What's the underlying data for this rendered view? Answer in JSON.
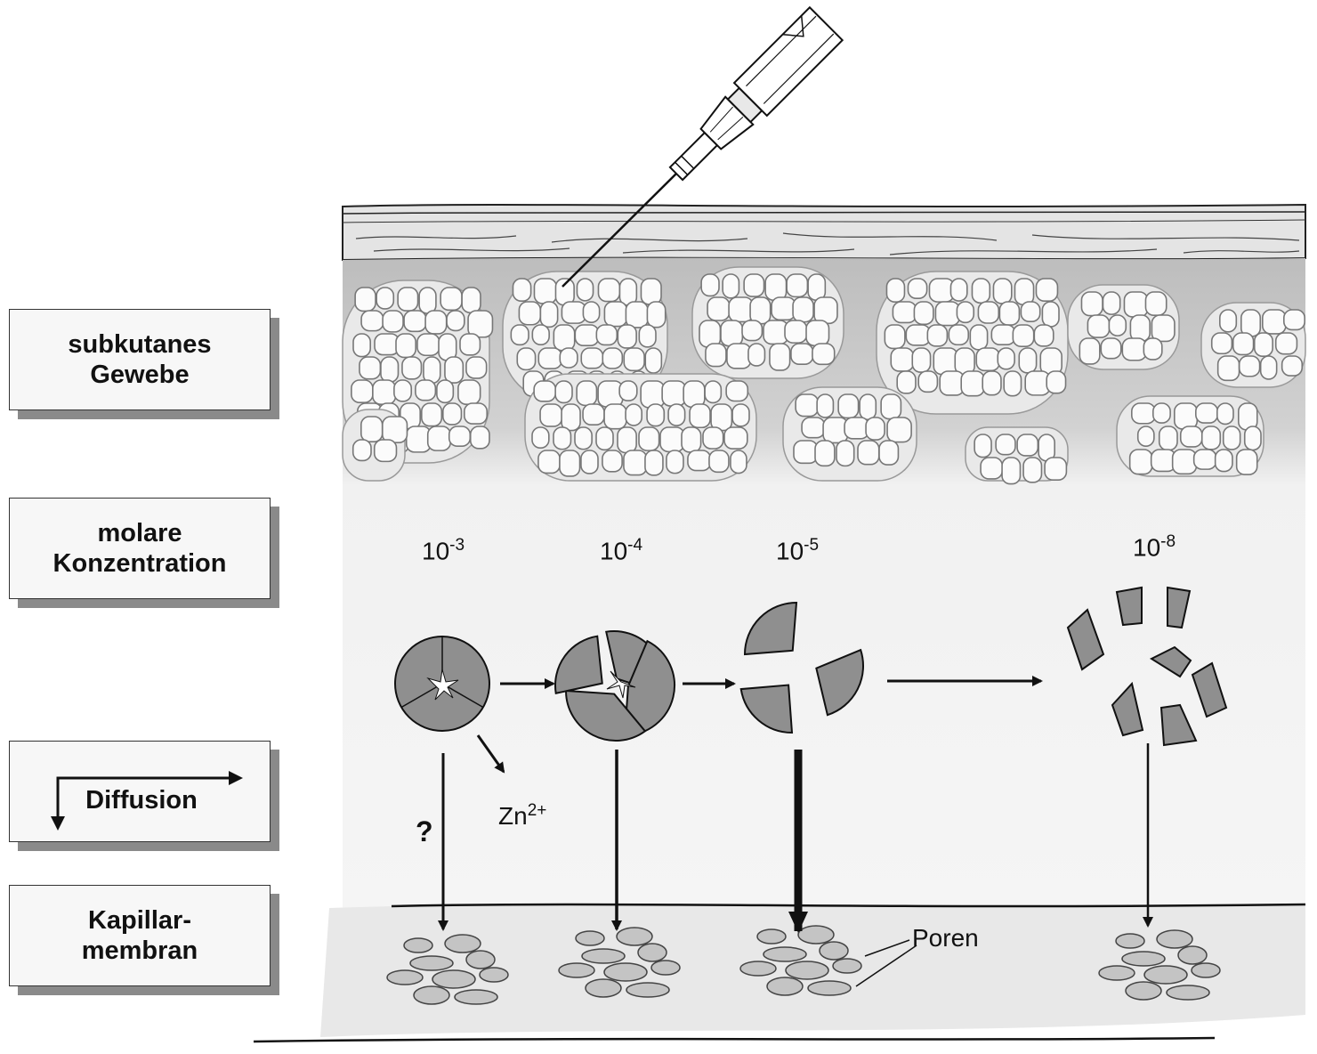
{
  "labels": {
    "subcutaneous": "subkutanes\nGewebe",
    "molar": "molare\nKonzentration",
    "diffusion": "Diffusion",
    "capillary": "Kapillar-\nmembran"
  },
  "concentrations": [
    {
      "base": "10",
      "exp": "-3"
    },
    {
      "base": "10",
      "exp": "-4"
    },
    {
      "base": "10",
      "exp": "-5"
    },
    {
      "base": "10",
      "exp": "-8"
    }
  ],
  "annotations": {
    "question": "?",
    "zinc": "Zn",
    "zinc_charge": "2+",
    "pores": "Poren"
  },
  "icons": [
    "syringe-icon",
    "hexamer-icon",
    "diffusion-arrow-icon"
  ],
  "colors": {
    "fat_layer": "#cfcfcf",
    "insulin_fill": "#8f8f8f",
    "pore_fill": "#c4c4c4",
    "membrane_fill": "#ececec"
  }
}
